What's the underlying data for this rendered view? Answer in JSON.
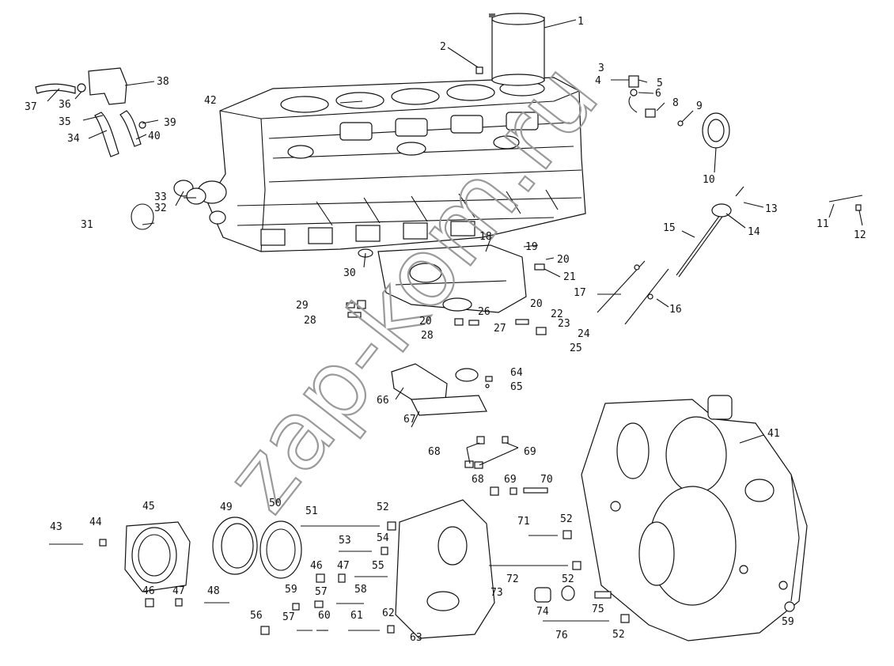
{
  "watermark": "zap-kom.ru",
  "callouts": [
    {
      "id": "c1",
      "label": "1"
    },
    {
      "id": "c2",
      "label": "2"
    },
    {
      "id": "c3",
      "label": "3"
    },
    {
      "id": "c4",
      "label": "4"
    },
    {
      "id": "c5",
      "label": "5"
    },
    {
      "id": "c6",
      "label": "6"
    },
    {
      "id": "c8",
      "label": "8"
    },
    {
      "id": "c9",
      "label": "9"
    },
    {
      "id": "c10",
      "label": "10"
    },
    {
      "id": "c11",
      "label": "11"
    },
    {
      "id": "c12",
      "label": "12"
    },
    {
      "id": "c13",
      "label": "13"
    },
    {
      "id": "c14",
      "label": "14"
    },
    {
      "id": "c15",
      "label": "15"
    },
    {
      "id": "c16",
      "label": "16"
    },
    {
      "id": "c17",
      "label": "17"
    },
    {
      "id": "c18",
      "label": "18"
    },
    {
      "id": "c19",
      "label": "19"
    },
    {
      "id": "c20a",
      "label": "20"
    },
    {
      "id": "c20b",
      "label": "20"
    },
    {
      "id": "c20c",
      "label": "20"
    },
    {
      "id": "c21",
      "label": "21"
    },
    {
      "id": "c22",
      "label": "22"
    },
    {
      "id": "c23",
      "label": "23"
    },
    {
      "id": "c24",
      "label": "24"
    },
    {
      "id": "c25",
      "label": "25"
    },
    {
      "id": "c26",
      "label": "26"
    },
    {
      "id": "c27",
      "label": "27"
    },
    {
      "id": "c28a",
      "label": "28"
    },
    {
      "id": "c28b",
      "label": "28"
    },
    {
      "id": "c29",
      "label": "29"
    },
    {
      "id": "c30",
      "label": "30"
    },
    {
      "id": "c31",
      "label": "31"
    },
    {
      "id": "c32",
      "label": "32"
    },
    {
      "id": "c33",
      "label": "33"
    },
    {
      "id": "c34",
      "label": "34"
    },
    {
      "id": "c35",
      "label": "35"
    },
    {
      "id": "c36",
      "label": "36"
    },
    {
      "id": "c37",
      "label": "37"
    },
    {
      "id": "c38",
      "label": "38"
    },
    {
      "id": "c39",
      "label": "39"
    },
    {
      "id": "c40",
      "label": "40"
    },
    {
      "id": "c41",
      "label": "41"
    },
    {
      "id": "c42",
      "label": "42"
    },
    {
      "id": "c43",
      "label": "43"
    },
    {
      "id": "c44",
      "label": "44"
    },
    {
      "id": "c45",
      "label": "45"
    },
    {
      "id": "c46a",
      "label": "46"
    },
    {
      "id": "c46b",
      "label": "46"
    },
    {
      "id": "c47a",
      "label": "47"
    },
    {
      "id": "c47b",
      "label": "47"
    },
    {
      "id": "c48",
      "label": "48"
    },
    {
      "id": "c49",
      "label": "49"
    },
    {
      "id": "c50",
      "label": "50"
    },
    {
      "id": "c51",
      "label": "51"
    },
    {
      "id": "c52a",
      "label": "52"
    },
    {
      "id": "c52b",
      "label": "52"
    },
    {
      "id": "c52c",
      "label": "52"
    },
    {
      "id": "c52d",
      "label": "52"
    },
    {
      "id": "c53",
      "label": "53"
    },
    {
      "id": "c54",
      "label": "54"
    },
    {
      "id": "c55",
      "label": "55"
    },
    {
      "id": "c56",
      "label": "56"
    },
    {
      "id": "c57a",
      "label": "57"
    },
    {
      "id": "c57b",
      "label": "57"
    },
    {
      "id": "c58",
      "label": "58"
    },
    {
      "id": "c59a",
      "label": "59"
    },
    {
      "id": "c59b",
      "label": "59"
    },
    {
      "id": "c60",
      "label": "60"
    },
    {
      "id": "c61",
      "label": "61"
    },
    {
      "id": "c62",
      "label": "62"
    },
    {
      "id": "c63",
      "label": "63"
    },
    {
      "id": "c64",
      "label": "64"
    },
    {
      "id": "c65",
      "label": "65"
    },
    {
      "id": "c66",
      "label": "66"
    },
    {
      "id": "c67",
      "label": "67"
    },
    {
      "id": "c68a",
      "label": "68"
    },
    {
      "id": "c68b",
      "label": "68"
    },
    {
      "id": "c69a",
      "label": "69"
    },
    {
      "id": "c69b",
      "label": "69"
    },
    {
      "id": "c70",
      "label": "70"
    },
    {
      "id": "c71",
      "label": "71"
    },
    {
      "id": "c72",
      "label": "72"
    },
    {
      "id": "c73",
      "label": "73"
    },
    {
      "id": "c74",
      "label": "74"
    },
    {
      "id": "c75",
      "label": "75"
    },
    {
      "id": "c76",
      "label": "76"
    }
  ]
}
